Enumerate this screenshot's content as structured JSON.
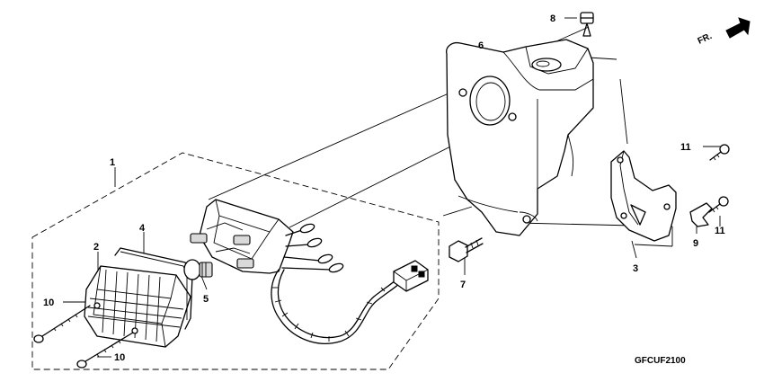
{
  "diagram": {
    "code": "GFCUF2100",
    "direction_label": "FR.",
    "callouts": [
      "1",
      "2",
      "3",
      "4",
      "5",
      "6",
      "7",
      "8",
      "9",
      "10",
      "10",
      "11",
      "11"
    ]
  }
}
